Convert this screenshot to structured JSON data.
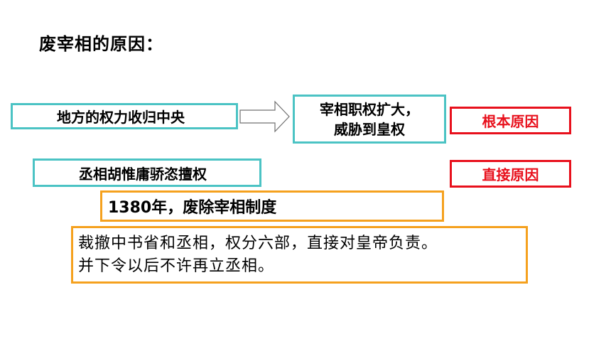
{
  "slide": {
    "title": "废宰相的原因：",
    "boxes": {
      "local_power": "地方的权力收归中央",
      "chancellor_line1": "宰相职权扩大，",
      "chancellor_line2": "威胁到皇权",
      "root_cause": "根本原因",
      "hu_weiyong": "丞相胡惟庸骄恣擅权",
      "direct_cause": "直接原因",
      "year_1380": "1380年，废除宰相制度",
      "detail_line1": "裁撤中书省和丞相，权分六部，直接对皇帝负责。",
      "detail_line2": "并下令以后不许再立丞相。"
    },
    "colors": {
      "teal_border": "#4bc3c4",
      "red_border": "#e8101c",
      "orange_border": "#f5a11e"
    },
    "icons": {
      "arrow": "right-arrow-icon"
    }
  }
}
